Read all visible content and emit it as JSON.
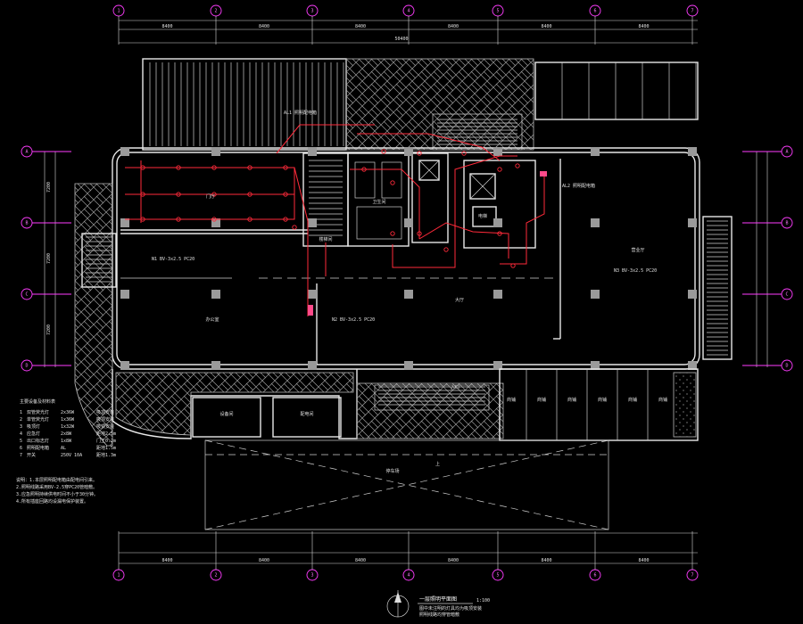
{
  "drawing": {
    "title": "一层照明平面图",
    "scale": "1:100",
    "note_lines": [
      "图中未注明的灯具均为吸顶安装",
      "照明线路均穿管暗敷"
    ]
  },
  "grid_axes": {
    "top": [
      "1",
      "2",
      "3",
      "4",
      "5",
      "6",
      "7"
    ],
    "bottom": [
      "1",
      "2",
      "3",
      "4",
      "5",
      "6",
      "7"
    ],
    "left": [
      "A",
      "B",
      "C",
      "D"
    ],
    "right": [
      "A",
      "B",
      "C",
      "D"
    ]
  },
  "dimensions": {
    "top": [
      "8400",
      "8400",
      "8400",
      "8400",
      "8400",
      "8400"
    ],
    "bottom": [
      "8400",
      "8400",
      "8400",
      "8400",
      "8400",
      "8400"
    ],
    "total": "50400",
    "side": [
      "7200",
      "7200",
      "7200"
    ]
  },
  "rooms": {
    "left_hall": "门厅",
    "left_lower": "办公室",
    "center_hall": "大厅",
    "right_hall": "营业厅",
    "stair": "楼梯间",
    "toilet": "卫生间",
    "elevator": "电梯",
    "lower_room_1": "设备间",
    "lower_room_2": "配电间",
    "parking": "停车场",
    "shops": [
      "商铺",
      "商铺",
      "商铺",
      "商铺",
      "商铺",
      "商铺"
    ]
  },
  "legend": {
    "title": "主要设备及材料表",
    "rows": [
      [
        "1",
        "双管荧光灯",
        "2x36W",
        "吸顶安装"
      ],
      [
        "2",
        "单管荧光灯",
        "1x36W",
        "吸顶安装"
      ],
      [
        "3",
        "吸顶灯",
        "1x32W",
        "吸顶安装"
      ],
      [
        "4",
        "应急灯",
        "2x8W",
        "距地2.5m"
      ],
      [
        "5",
        "出口标志灯",
        "1x8W",
        "门上0.2m"
      ],
      [
        "6",
        "照明配电箱",
        "AL",
        "距地1.5m"
      ],
      [
        "7",
        "开关",
        "250V 10A",
        "距地1.3m"
      ]
    ]
  },
  "notes": [
    "说明：1.本层照明配电箱由配电间引来。",
    "2.照明线路采用BV-2.5穿PC20管暗敷。",
    "3.应急照明持续供电时间不小于30分钟。",
    "4.所有插座回路均设漏电保护装置。"
  ],
  "annotations": {
    "panel_1": "AL1 照明配电箱",
    "panel_2": "AL2 照明配电箱",
    "circuit_1": "N1 BV-3x2.5 PC20",
    "circuit_2": "N2 BV-3x2.5 PC20",
    "circuit_3": "N3 BV-3x2.5 PC20",
    "entry": "入口",
    "up": "上"
  },
  "colors": {
    "background": "#000000",
    "lines": "#e8e8e8",
    "wiring": "#ff2a3a",
    "grid_bubbles": "#ff3cff"
  }
}
